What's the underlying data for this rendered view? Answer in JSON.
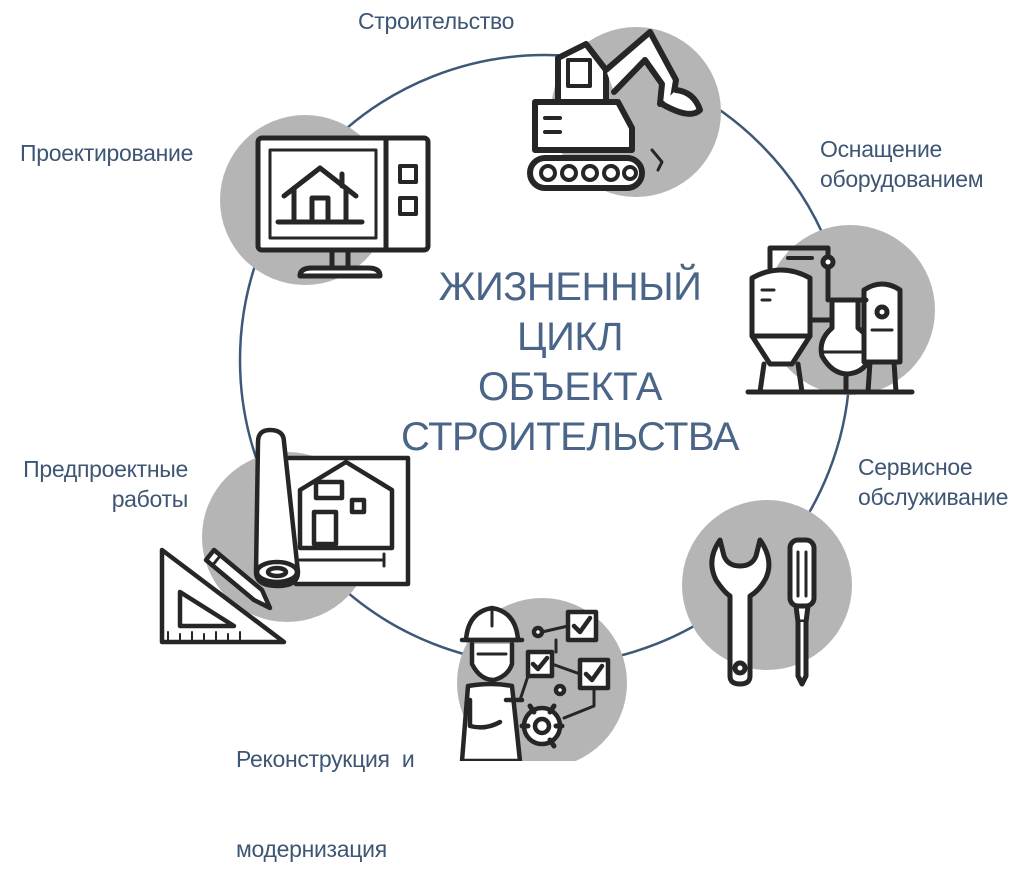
{
  "center_title": {
    "line1": "ЖИЗНЕННЫЙ",
    "line2": "ЦИКЛ",
    "line3": "ОБЪЕКТА",
    "line4": "СТРОИТЕЛЬСТВА"
  },
  "stages": {
    "construction": {
      "label": "Строительство",
      "icon": "excavator-icon"
    },
    "equipment": {
      "label_line1": "Оснащение",
      "label_line2": "оборудованием",
      "icon": "industrial-plant-icon"
    },
    "service": {
      "label_line1": "Сервисное",
      "label_line2": "обслуживание",
      "icon": "wrench-screwdriver-icon"
    },
    "reconstruction": {
      "label_line1": "Реконструкция  и",
      "label_line2": "модернизация",
      "icon": "engineer-checklist-icon"
    },
    "pre_design": {
      "label_line1": "Предпроектные",
      "label_line2": "работы",
      "icon": "blueprint-triangle-icon"
    },
    "design": {
      "label": "Проектирование",
      "icon": "computer-house-icon"
    }
  },
  "colors": {
    "ring": "#3e5878",
    "circle_fill": "#b5b5b5",
    "icon_stroke": "#262626",
    "label_text": "#3e5673",
    "title_text": "#4a6587"
  }
}
